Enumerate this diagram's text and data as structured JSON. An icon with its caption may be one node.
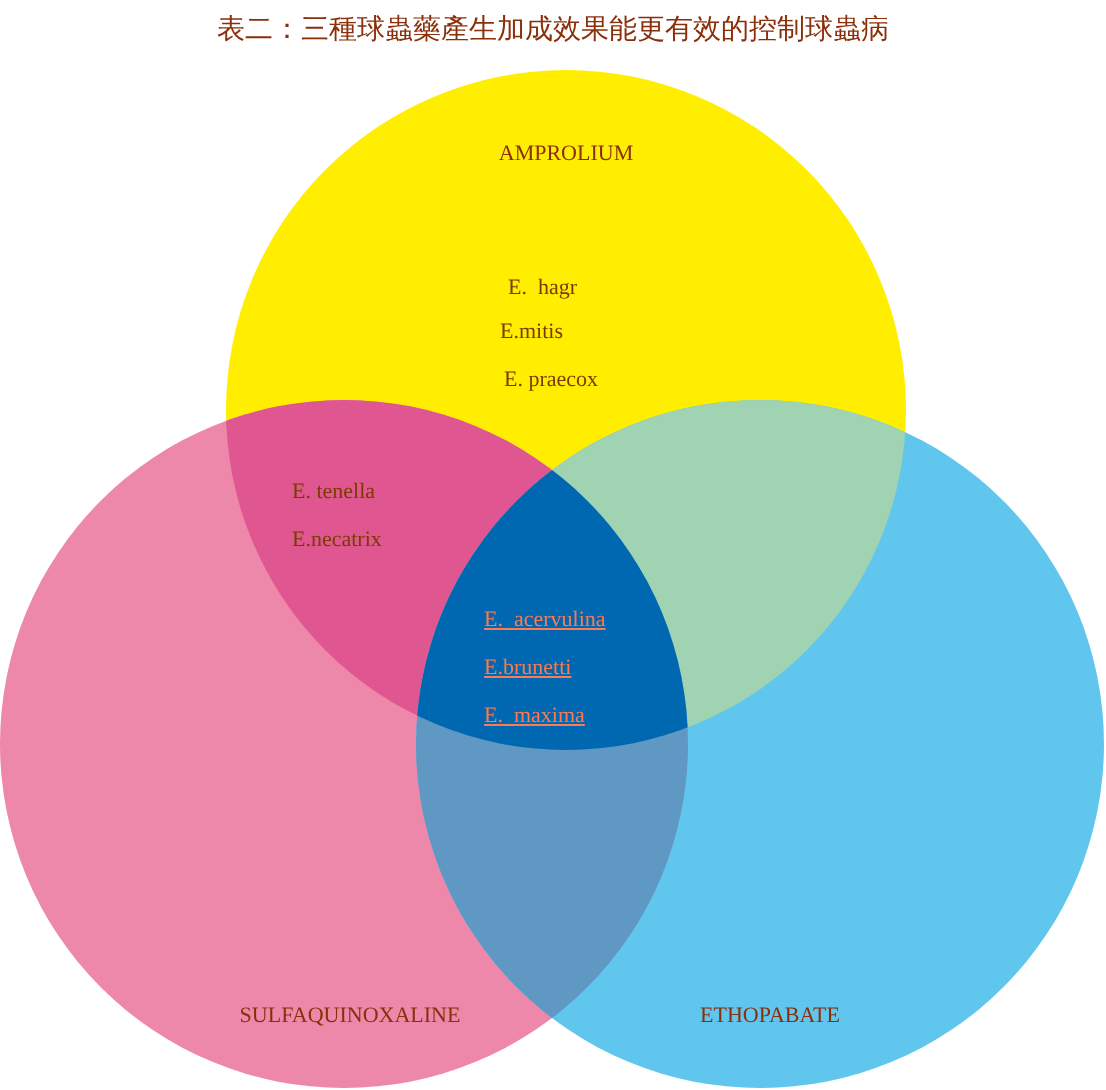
{
  "diagram": {
    "title": "表二：三種球蟲藥產生加成效果能更有效的控制球蟲病",
    "nodes": [
      {
        "text": [
          "AMPROLIUM"
        ]
      },
      {
        "text": [
          "SULFAQUINOXALINE"
        ]
      },
      {
        "text": [
          "ETHOPABATE"
        ]
      }
    ],
    "labels": [
      "E.  hagr",
      "E.mitis",
      "E. praecox",
      "E. tenella",
      "E.necatrix",
      "E.  acervulina",
      "E.brunetti",
      "E.  maxima"
    ]
  }
}
